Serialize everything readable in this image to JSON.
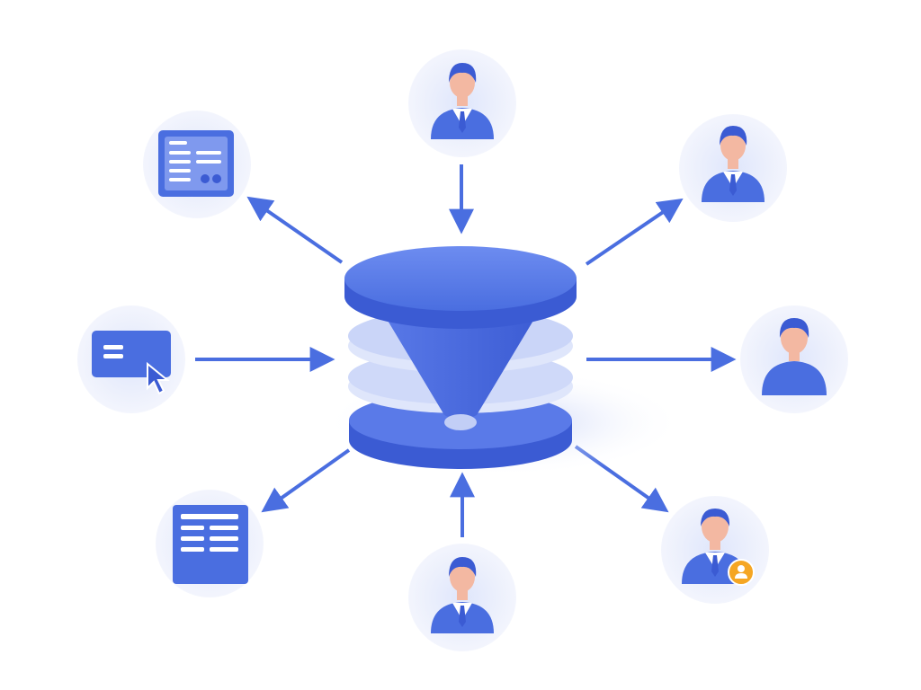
{
  "diagram": {
    "hub": {
      "icon": "funnel-database-icon"
    },
    "nodes": [
      {
        "id": "top-user",
        "icon": "businessman-icon"
      },
      {
        "id": "upper-right-user",
        "icon": "businessman-icon"
      },
      {
        "id": "right-user",
        "icon": "person-icon"
      },
      {
        "id": "lower-right-user",
        "icon": "businessman-with-user-badge-icon"
      },
      {
        "id": "bottom-user",
        "icon": "businessman-icon"
      },
      {
        "id": "lower-left-document",
        "icon": "document-list-icon"
      },
      {
        "id": "left-form",
        "icon": "input-card-cursor-icon"
      },
      {
        "id": "upper-left-dashboard",
        "icon": "dashboard-window-icon"
      }
    ],
    "edges": [
      {
        "from": "top-user",
        "to": "hub"
      },
      {
        "from": "hub",
        "to": "upper-right-user"
      },
      {
        "from": "hub",
        "to": "right-user"
      },
      {
        "from": "hub",
        "to": "lower-right-user"
      },
      {
        "from": "bottom-user",
        "to": "hub"
      },
      {
        "from": "hub",
        "to": "lower-left-document"
      },
      {
        "from": "left-form",
        "to": "hub"
      },
      {
        "from": "hub",
        "to": "upper-left-dashboard"
      }
    ]
  },
  "colors": {
    "primary": "#4a6ee0",
    "dark": "#3b5bd3",
    "light": "#c9d4f7",
    "circle": "#eef1fb",
    "skin": "#f3b8a2",
    "badge": "#f5a623"
  }
}
